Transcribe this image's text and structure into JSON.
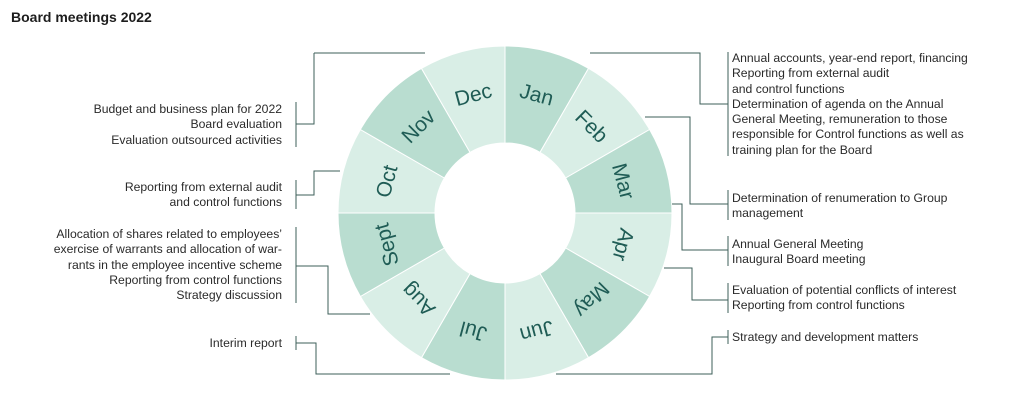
{
  "title": "Board meetings 2022",
  "months": [
    {
      "label": "Jan",
      "shade": "dark"
    },
    {
      "label": "Feb",
      "shade": "light"
    },
    {
      "label": "Mar",
      "shade": "dark"
    },
    {
      "label": "Apr",
      "shade": "light"
    },
    {
      "label": "May",
      "shade": "dark"
    },
    {
      "label": "Jun",
      "shade": "light"
    },
    {
      "label": "Jul",
      "shade": "dark"
    },
    {
      "label": "Aug",
      "shade": "light"
    },
    {
      "label": "Sept",
      "shade": "dark"
    },
    {
      "label": "Oct",
      "shade": "light"
    },
    {
      "label": "Nov",
      "shade": "dark"
    },
    {
      "label": "Dec",
      "shade": "light"
    }
  ],
  "colors": {
    "dark": "#b9ddd0",
    "light": "#d9eee6",
    "text": "#1f5c55",
    "line": "#3d5f5a"
  },
  "notes": {
    "jan": "Annual accounts, year-end report, financing\nReporting from external audit\nand control functions\nDetermination of agenda on the Annual\nGeneral Meeting, remuneration to those\nresponsible for Control functions as well as\ntraining plan for the Board",
    "mar": "Determination of renumeration to Group\nmanagement",
    "apr": "Annual General Meeting\nInaugural Board meeting",
    "may": "Evaluation of potential conflicts of interest\nReporting from control functions",
    "jun": "Strategy and development matters",
    "nov": "Budget and business plan for 2022\nBoard evaluation\nEvaluation outsourced activities",
    "oct": "Reporting from external audit\nand control functions",
    "sept": "Allocation of shares related to employees’\nexercise of warrants and allocation of war-\nrants in the employee incentive scheme\nReporting from control functions\nStrategy discussion",
    "aug": "Interim report"
  }
}
